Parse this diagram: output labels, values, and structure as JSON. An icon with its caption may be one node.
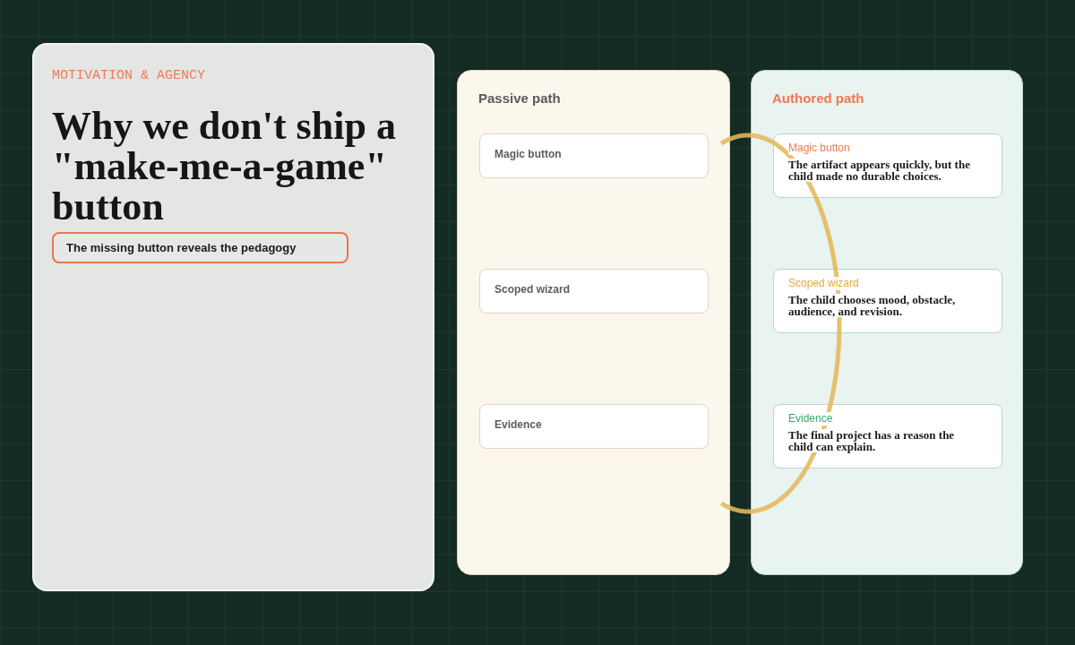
{
  "diagram": {
    "title": "Why we don't ship a \"make-me-a-game\" button",
    "nodes": [
      {
        "text": [
          "The missing button reveals the pedagogy"
        ]
      },
      {
        "text": [
          "Passive path"
        ]
      },
      {
        "text": [
          "Magic button"
        ],
        "in": 1
      },
      {
        "text": [
          "Scoped wizard"
        ],
        "in": 1
      },
      {
        "text": [
          "Evidence"
        ],
        "in": 1
      },
      {
        "text": [
          "Authored path"
        ]
      },
      {
        "text": [
          "Magic button",
          "The artifact appears quickly, but the child made no durable choices."
        ],
        "in": 5
      },
      {
        "text": [
          "Scoped wizard",
          "The child chooses mood, obstacle, audience, and revision."
        ],
        "in": 5
      },
      {
        "text": [
          "Evidence",
          "The final project has a reason the child can explain."
        ],
        "in": 5
      }
    ],
    "labels": [
      "MOTIVATION & AGENCY"
    ]
  }
}
